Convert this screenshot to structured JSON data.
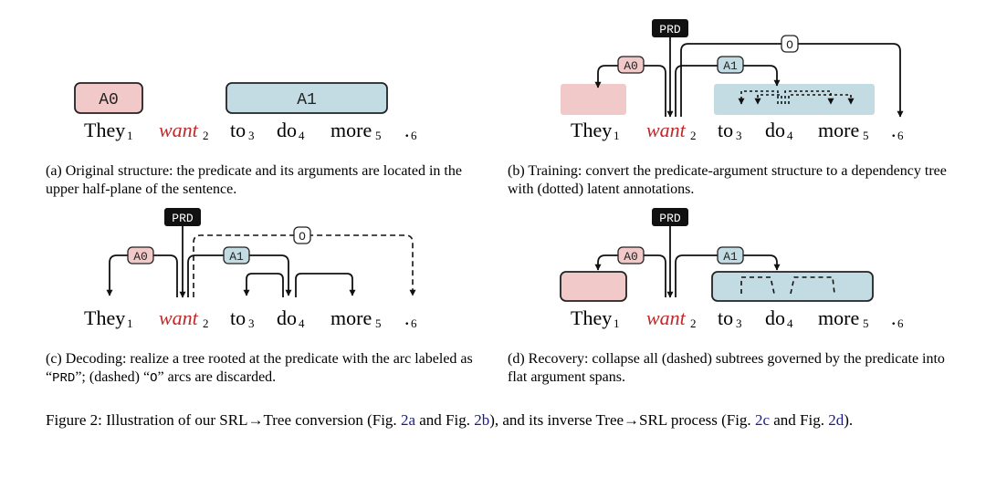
{
  "colors": {
    "a0_fill": "#f2c9c9",
    "a1_fill": "#c3dbe3",
    "predicate_text": "#c0282a",
    "prd_box": "#111111",
    "link": "#1a1a8c"
  },
  "sentence": {
    "tokens": [
      {
        "word": "They",
        "idx": "1"
      },
      {
        "word": "want",
        "idx": "2"
      },
      {
        "word": "to",
        "idx": "3"
      },
      {
        "word": "do",
        "idx": "4"
      },
      {
        "word": "more",
        "idx": "5"
      },
      {
        "word": ".",
        "idx": "6"
      }
    ]
  },
  "labels": {
    "a0": "A0",
    "a1": "A1",
    "prd": "PRD",
    "o": "O"
  },
  "captions": {
    "a": "(a) Original structure: the predicate and its arguments are located in the upper half-plane of the sentence.",
    "b": "(b) Training: convert the predicate-argument structure to a dependency tree with (dotted) latent annotations.",
    "c_pre": "(c) Decoding: realize a tree rooted at the predicate with the arc labeled as “",
    "c_code1": "PRD",
    "c_mid": "”; (dashed) “",
    "c_code2": "O",
    "c_post": "” arcs are discarded.",
    "d": "(d) Recovery: collapse all (dashed) subtrees governed by the predicate into flat argument spans."
  },
  "figure_caption": {
    "t1": "Figure 2: Illustration of our SRL→Tree conversion (Fig. ",
    "r1": "2a",
    "t2": " and Fig. ",
    "r2": "2b",
    "t3": "), and its inverse Tree→SRL process (Fig. ",
    "r3": "2c",
    "t4": " and Fig. ",
    "r4": "2d",
    "t5": ")."
  }
}
